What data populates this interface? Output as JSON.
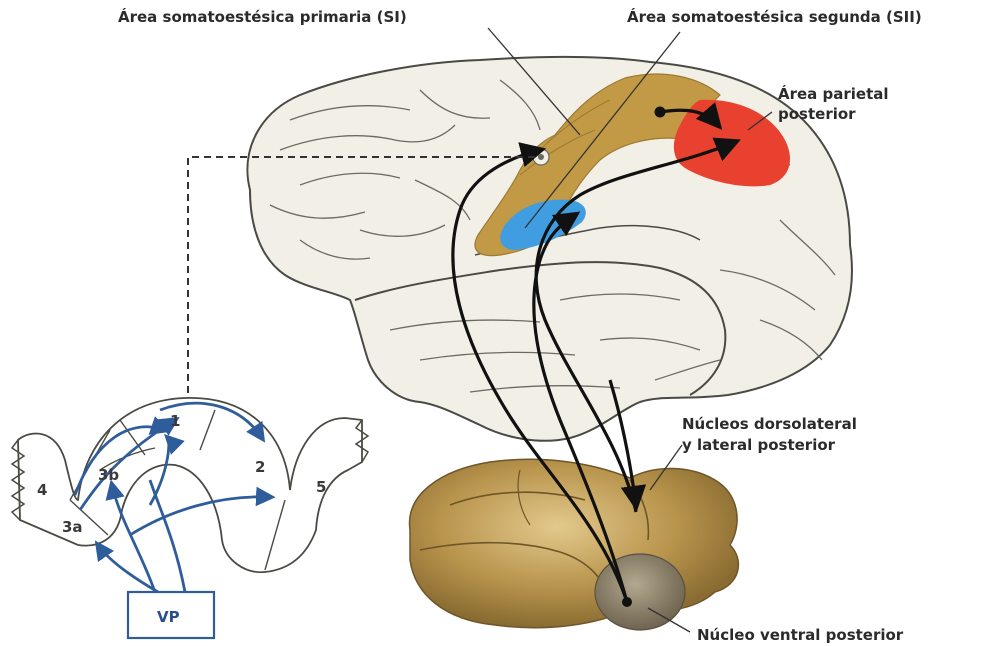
{
  "labels": {
    "si": "Área somatoestésica primaria (SI)",
    "sii": "Área somatoestésica segunda (SII)",
    "parietal_line1": "Área parietal",
    "parietal_line2": "posterior",
    "dorsolateral_line1": "Núcleos dorsolateral",
    "dorsolateral_line2": "y lateral posterior",
    "ventral": "Núcleo ventral posterior"
  },
  "section_labels": {
    "area4": "4",
    "area3a": "3a",
    "area3b": "3b",
    "area1": "1",
    "area2": "2",
    "area5": "5",
    "vp": "VP"
  },
  "colors": {
    "brain_fill": "#f2efe6",
    "brain_stroke": "#4a4a44",
    "gold": "#c29a45",
    "gold_dark": "#9c7a33",
    "blue_area": "#3f9de0",
    "red_area": "#e8412f",
    "thalamus": "#b08f4a",
    "thalamus_dark": "#8a6e35",
    "vp_nucleus": "#8f8266",
    "diagram_blue": "#2f5d9c",
    "arrow_black": "#111111"
  }
}
